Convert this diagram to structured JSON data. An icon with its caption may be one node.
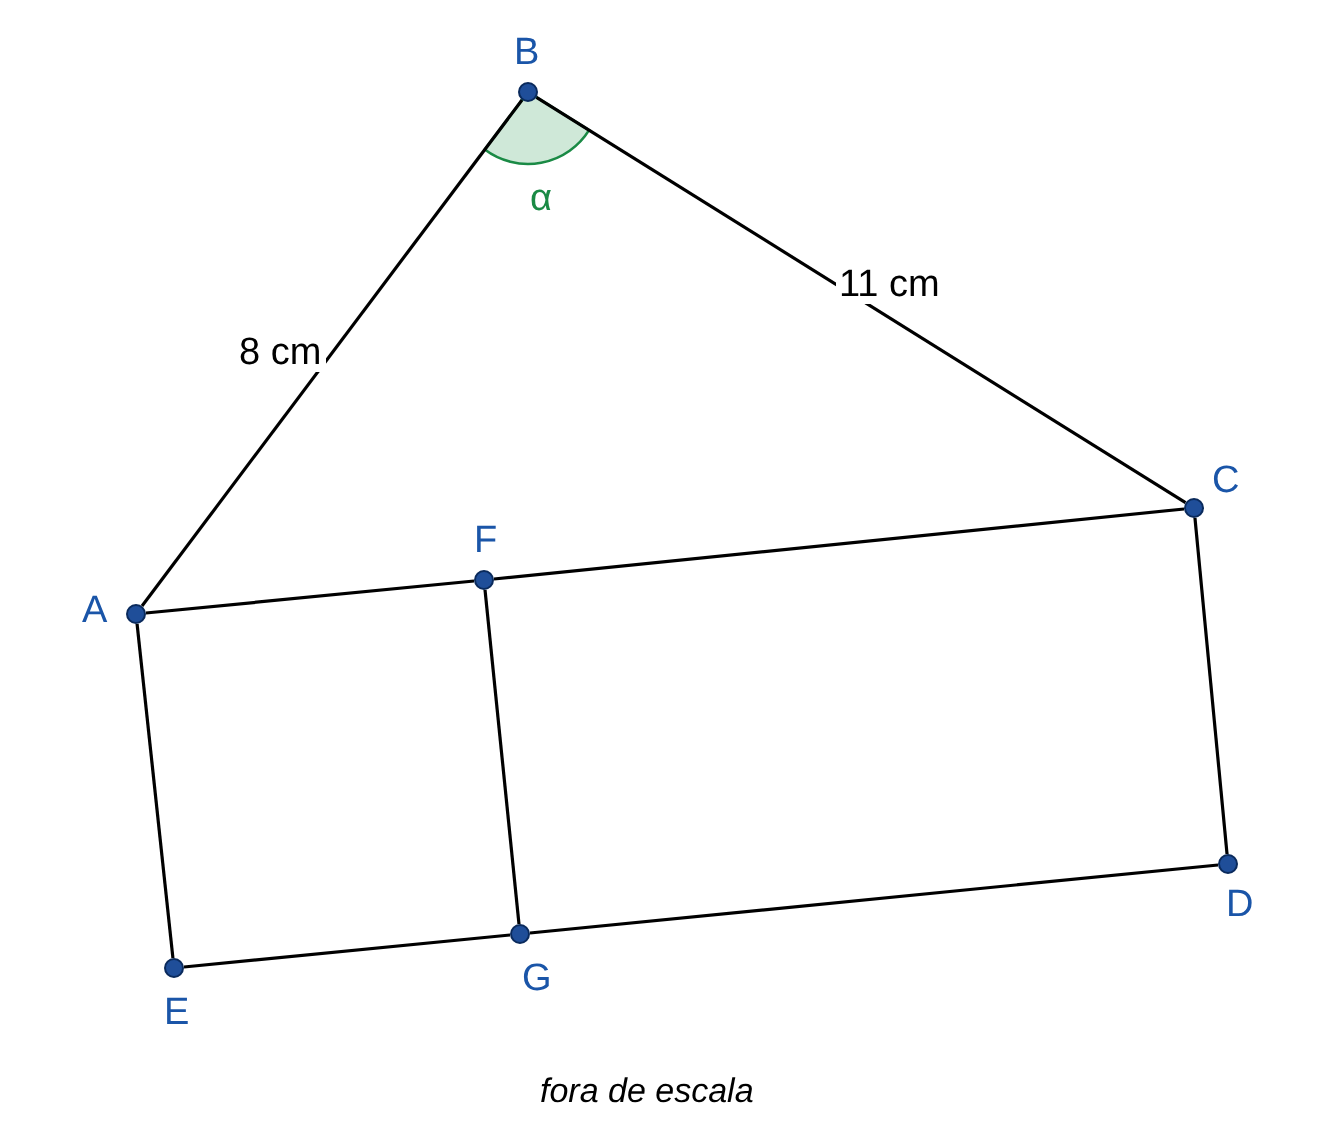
{
  "diagram": {
    "caption": "fora de escala",
    "nodes": [
      {
        "text": [
          "A"
        ]
      },
      {
        "text": [
          "B"
        ]
      },
      {
        "text": [
          "C"
        ]
      },
      {
        "text": [
          "D"
        ]
      },
      {
        "text": [
          "E"
        ]
      },
      {
        "text": [
          "F"
        ]
      },
      {
        "text": [
          "G"
        ]
      }
    ],
    "edges": [
      {
        "from": 0,
        "to": 1,
        "arrow": "none",
        "label": "8 cm"
      },
      {
        "from": 1,
        "to": 2,
        "arrow": "none",
        "label": "11 cm"
      },
      {
        "from": 0,
        "to": 5,
        "arrow": "none"
      },
      {
        "from": 5,
        "to": 2,
        "arrow": "none"
      },
      {
        "from": 2,
        "to": 3,
        "arrow": "none"
      },
      {
        "from": 3,
        "to": 6,
        "arrow": "none"
      },
      {
        "from": 6,
        "to": 4,
        "arrow": "none"
      },
      {
        "from": 4,
        "to": 0,
        "arrow": "none"
      },
      {
        "from": 5,
        "to": 6,
        "arrow": "none"
      }
    ],
    "labels": [
      "α"
    ]
  }
}
